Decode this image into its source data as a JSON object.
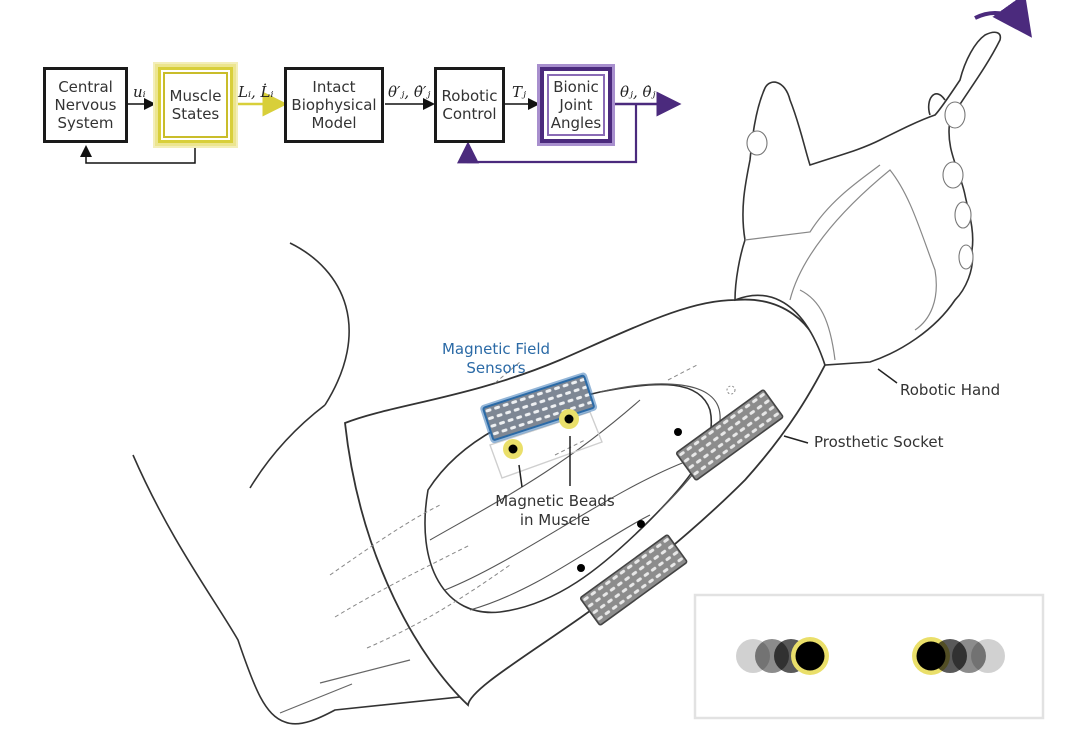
{
  "colors": {
    "muscle_highlight": "#d8cf3a",
    "bionic_highlight": "#4b2a7d",
    "sensor_blue": "#2b6aa6",
    "sensor_gray": "#8a8a8a",
    "bead_ring": "#eadf6a"
  },
  "block_diagram": {
    "blocks": [
      {
        "id": "cns",
        "label": "Central\nNervous\nSystem"
      },
      {
        "id": "muscle",
        "label": "Muscle\nStates"
      },
      {
        "id": "biophysical",
        "label": "Intact\nBiophysical\nModel"
      },
      {
        "id": "robotic_control",
        "label": "Robotic\nControl"
      },
      {
        "id": "bionic",
        "label": "Bionic\nJoint\nAngles"
      }
    ],
    "signals": {
      "u": "uᵢ",
      "L": "Lᵢ, L̇ᵢ",
      "theta_prime": "θ′ⱼ, θ̇′ⱼ",
      "T": "Tⱼ",
      "theta": "θⱼ, θ̇ⱼ"
    }
  },
  "annotations": {
    "sensors": "Magnetic Field\nSensors",
    "beads": "Magnetic Beads\nin Muscle",
    "robotic_hand": "Robotic Hand",
    "prosthetic_socket": "Prosthetic Socket"
  },
  "inset": {
    "description": "bead displacement illustration",
    "left_trail_opacities": [
      0.18,
      0.45,
      0.65,
      1.0
    ],
    "right_trail_opacities": [
      1.0,
      0.65,
      0.45,
      0.18
    ]
  }
}
